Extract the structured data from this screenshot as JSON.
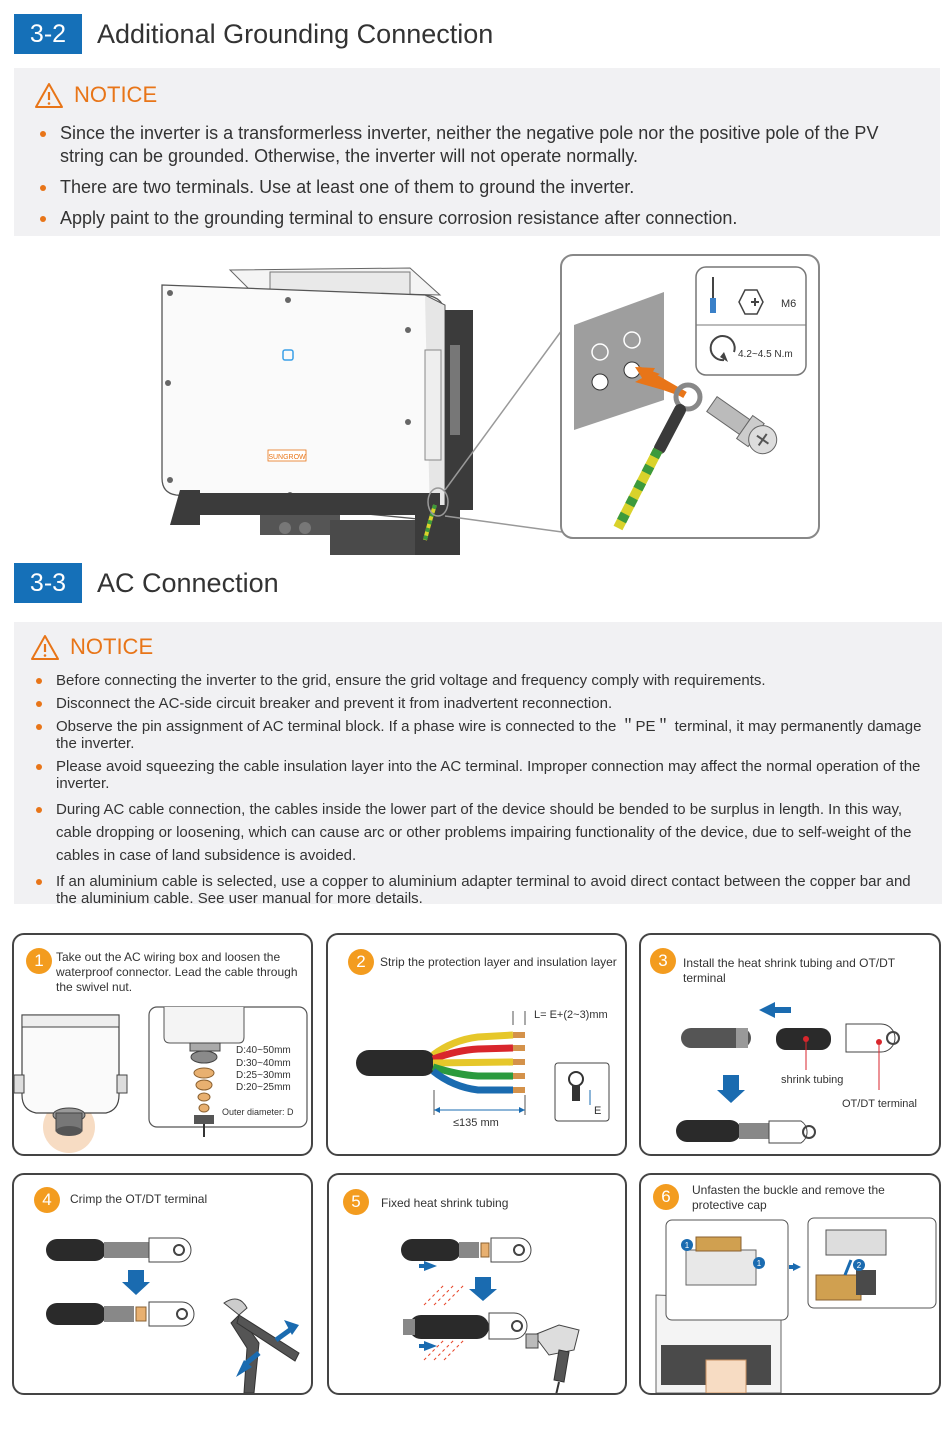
{
  "section_grounding": {
    "number": "3-2",
    "title": "Additional Grounding Connection",
    "notice_title": "NOTICE",
    "bullets": [
      "Since the inverter is a transformerless inverter, neither the negative pole nor the positive pole of the PV string can be grounded. Otherwise, the inverter will not operate normally.",
      "There are two terminals. Use at least one of them to ground the inverter.",
      "Apply paint to the grounding terminal to ensure corrosion resistance after connection."
    ],
    "figure": {
      "brand_label": "SUNGROW",
      "bolt_size": "M6",
      "torque": "4.2~4.5 N.m"
    }
  },
  "section_ac": {
    "number": "3-3",
    "title": "AC Connection",
    "notice_title": "NOTICE",
    "bullets": [
      "Before connecting the inverter to the grid, ensure the grid voltage and frequency comply with requirements.",
      "Disconnect the AC-side circuit breaker and prevent it from inadvertent reconnection.",
      "Observe the pin assignment of AC terminal block. If a phase wire is connected to the ＂PE＂ terminal, it may permanently damage the inverter.",
      "Please avoid squeezing the cable insulation layer into the AC terminal. Improper connection may affect the normal operation of the inverter.",
      "During AC cable connection, the cables inside the lower part of the device should be bended to be surplus in length. In this way, cable dropping or loosening, which can cause arc or other problems impairing functionality of the device, due to self-weight of the cables in case of land subsidence is avoided.",
      "If an aluminium cable is selected, use a copper to aluminium adapter terminal to avoid direct contact between the copper bar and the aluminium cable. See user manual for more details."
    ]
  },
  "steps": [
    {
      "num": "1",
      "text": "Take out the AC wiring box and loosen the waterproof connector. Lead the cable through the swivel nut.",
      "seal_labels": [
        "D:40~50mm",
        "D:30~40mm",
        "D:25~30mm",
        "D:20~25mm"
      ],
      "outer_diameter_label": "Outer diameter: D"
    },
    {
      "num": "2",
      "text": "Strip the protection layer and insulation layer",
      "strip_length_label": "L= E+(2~3)mm",
      "sheath_length_label": "≤135 mm",
      "e_label": "E"
    },
    {
      "num": "3",
      "text": "Install the heat shrink tubing and OT/DT terminal",
      "tubing_label": "shrink tubing",
      "terminal_label": "OT/DT terminal"
    },
    {
      "num": "4",
      "text": "Crimp the OT/DT terminal"
    },
    {
      "num": "5",
      "text": "Fixed heat shrink tubing"
    },
    {
      "num": "6",
      "text": "Unfasten the buckle and remove the protective cap",
      "callouts": [
        "1",
        "1",
        "2"
      ]
    }
  ],
  "colors": {
    "section_blue": "#1570b8",
    "notice_orange": "#e87518",
    "notice_bg": "#f1f1f3",
    "step_orange": "#f39c1f",
    "arrow_blue": "#1a6bb0"
  }
}
